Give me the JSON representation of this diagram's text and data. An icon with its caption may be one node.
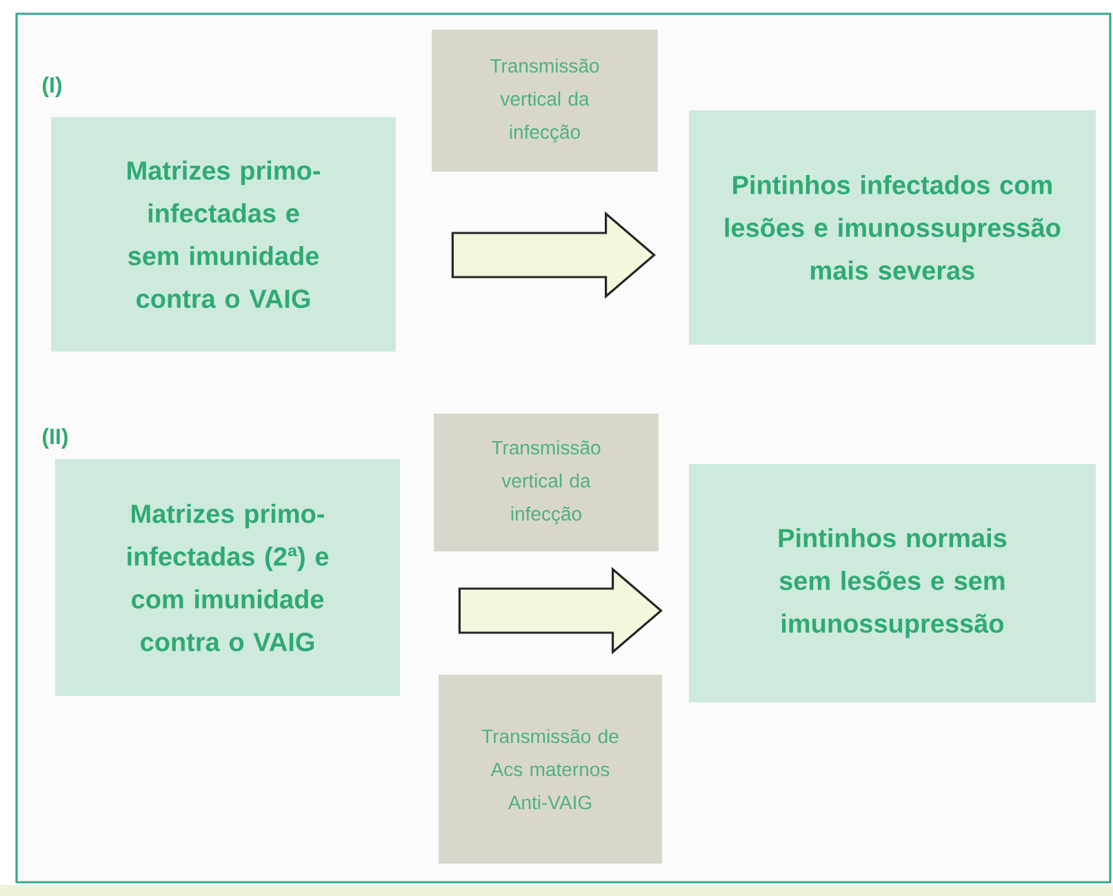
{
  "diagram": {
    "nodes": [
      {
        "text": [
          "Matrizes primo-infectadas e sem imunidade contra o VAIG"
        ]
      },
      {
        "text": [
          "Transmissão vertical da infecção"
        ]
      },
      {
        "text": [
          "Pintinhos infectados com lesões e imunossupressão mais severas"
        ]
      },
      {
        "text": [
          "Matrizes primo-infectadas (2ª) e com imunidade contra o VAIG"
        ]
      },
      {
        "text": [
          "Transmissão vertical da infecção"
        ]
      },
      {
        "text": [
          "Pintinhos normais sem lesões e sem imunossupressão"
        ]
      },
      {
        "text": [
          "Transmissão de Acs maternos Anti-VAIG"
        ]
      }
    ],
    "edges": [
      {
        "from": 0,
        "to": 2,
        "arrow": "to"
      },
      {
        "from": 3,
        "to": 5,
        "arrow": "to"
      }
    ],
    "labels": [
      "(I)",
      "(II)"
    ]
  }
}
